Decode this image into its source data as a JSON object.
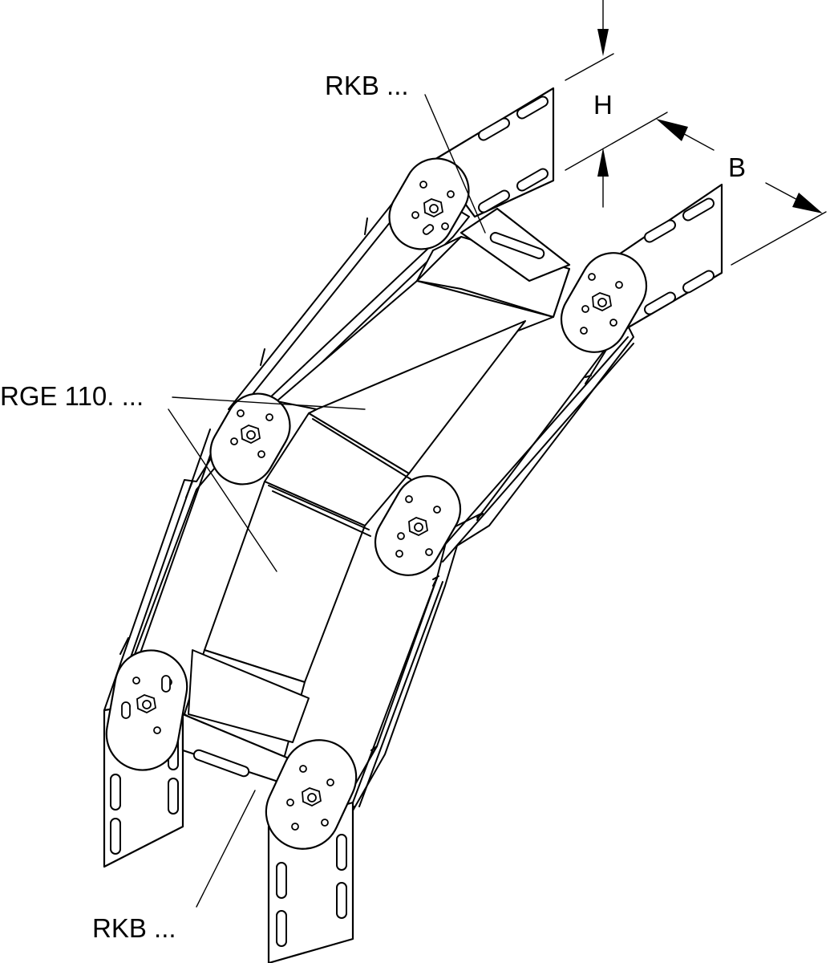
{
  "labels": {
    "top_part": "RKB ...",
    "middle_part": "RGE 110. ...",
    "bottom_part": "RKB ...",
    "height_dim": "H",
    "width_dim": "B"
  }
}
